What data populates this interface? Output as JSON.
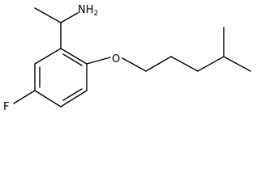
{
  "molecule": {
    "atom_labels": {
      "amine": "NH",
      "amine_subscript": "2",
      "oxygen": "O",
      "fluorine": "F"
    },
    "colors": {
      "bond": "#000000",
      "text": "#000000",
      "background": "#ffffff"
    }
  }
}
